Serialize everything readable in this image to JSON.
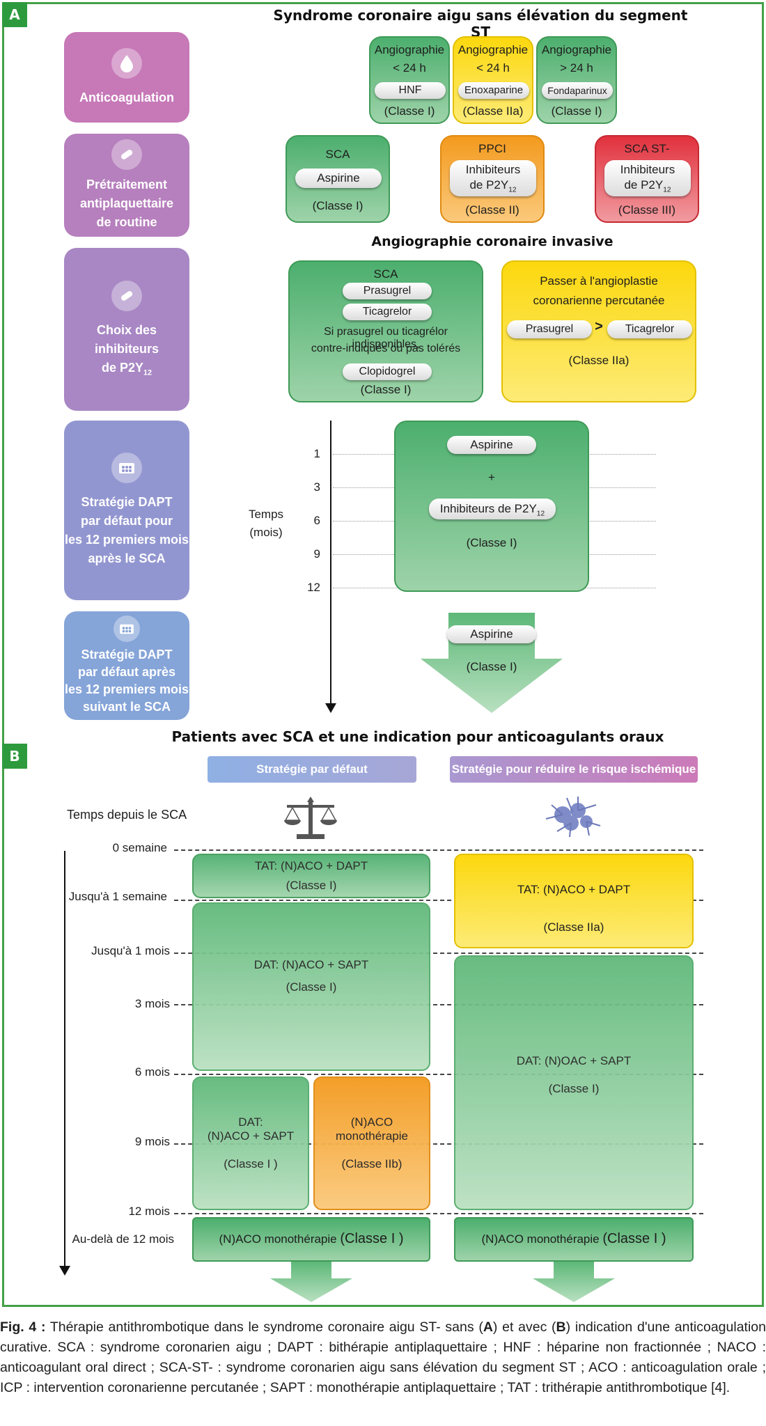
{
  "panelA": {
    "tag": "A",
    "title": "Syndrome coronaire aigu sans élévation du segment ST",
    "angio_title": "Angiographie coronaire invasive",
    "rows": {
      "anticoag": "Anticoagulation",
      "pretreat": [
        "Prétraitement",
        "antiplaquettaire",
        "de routine"
      ],
      "choice": [
        "Choix des",
        "inhibiteurs",
        "de P2Y"
      ],
      "choice_sub": "12",
      "dapt12": [
        "Stratégie DAPT",
        "par défaut pour",
        "les 12 premiers mois",
        "après le SCA"
      ],
      "daptafter": [
        "Stratégie DAPT",
        "par défaut après",
        "les 12 premiers mois",
        "suivant le SCA"
      ]
    },
    "anticoag_boxes": [
      {
        "l1": "Angiographie",
        "l2": "< 24 h",
        "pill": "HNF",
        "cls": "(Classe I)"
      },
      {
        "l1": "Angiographie",
        "l2": "< 24 h",
        "pill": "Enoxaparine",
        "cls": "(Classe IIa)"
      },
      {
        "l1": "Angiographie",
        "l2": "> 24 h",
        "pill": "Fondaparinux",
        "cls": "(Classe I)"
      }
    ],
    "pretreat_boxes": [
      {
        "title": "SCA",
        "pill": "Aspirine",
        "cls": "(Classe I)"
      },
      {
        "title": "PPCI",
        "pill1": "Inhibiteurs",
        "pill2": "de P2Y",
        "sub": "12",
        "cls": "(Classe II)"
      },
      {
        "title": "SCA ST-",
        "pill1": "Inhibiteurs",
        "pill2": "de P2Y",
        "sub": "12",
        "cls": "(Classe III)"
      }
    ],
    "choice_left": {
      "title": "SCA",
      "p1": "Prasugrel",
      "p2": "Ticagrelor",
      "note1": "Si prasugrel ou ticagrélor indisponibles,",
      "note2": "contre-indiqués ou pas tolérés",
      "p3": "Clopidogrel",
      "cls": "(Classe I)"
    },
    "choice_right": {
      "title1": "Passer à l'angioplastie",
      "title2": "coronarienne percutanée",
      "p1": "Prasugrel",
      "gt": ">",
      "p2": "Ticagrelor",
      "cls": "(Classe IIa)"
    },
    "time_label": [
      "Temps",
      "(mois)"
    ],
    "ticks": [
      "1",
      "3",
      "6",
      "9",
      "12"
    ],
    "dapt_box": {
      "p1": "Aspirine",
      "plus": "+",
      "p2": "Inhibiteurs de P2Y",
      "sub": "12",
      "cls": "(Classe I)"
    },
    "arrow_box": {
      "p1": "Aspirine",
      "cls": "(Classe I)"
    }
  },
  "panelB": {
    "tag": "B",
    "title": "Patients avec SCA et une indication pour anticoagulants oraux",
    "banner_left": "Stratégie par défaut",
    "banner_right": "Stratégie pour réduire le risque ischémique",
    "time_header": "Temps depuis le SCA",
    "ticks": [
      "0 semaine",
      "Jusqu'à 1 semaine",
      "Jusqu'à 1 mois",
      "3 mois",
      "6 mois",
      "9 mois",
      "12 mois",
      "Au-delà de 12 mois"
    ],
    "left": {
      "tat": {
        "l1": "TAT: (N)ACO + DAPT",
        "cls": "(Classe I)"
      },
      "dat": {
        "l1": "DAT: (N)ACO + SAPT",
        "cls": "(Classe I)"
      },
      "dat2": {
        "l1": "DAT:",
        "l2": "(N)ACO + SAPT",
        "cls": "(Classe I )"
      },
      "mono": {
        "l1": "(N)ACO",
        "l2": "monothérapie",
        "cls": "(Classe IIb)"
      },
      "final": {
        "txt": "(N)ACO monothérapie",
        "cls": "(Classe I )"
      }
    },
    "right": {
      "tat": {
        "l1": "TAT: (N)ACO + DAPT",
        "cls": "(Classe IIa)"
      },
      "dat": {
        "l1": "DAT: (N)OAC + SAPT",
        "cls": "(Classe I)"
      },
      "final": {
        "txt": "(N)ACO monothérapie",
        "cls": "(Classe I )"
      }
    }
  },
  "caption": {
    "label": "Fig. 4 :",
    "text": " Thérapie antithrombotique dans le syndrome coronaire aigu ST- sans (",
    "a": "A",
    "mid": ") et avec (",
    "b": "B",
    "rest": ") indication d'une anticoagulation curative. SCA : syndrome coronarien aigu ; DAPT : bithérapie antiplaquettaire ; HNF : héparine non fractionnée ; NACO : anticoagulant oral direct ; SCA-ST- : syndrome coronarien aigu sans élévation du segment ST ; ACO : anticoagulation orale ; ICP : intervention coronarienne percutanée ; SAPT : monothérapie antiplaquettaire ; TAT : trithérapie antithrombotique [4]."
  }
}
